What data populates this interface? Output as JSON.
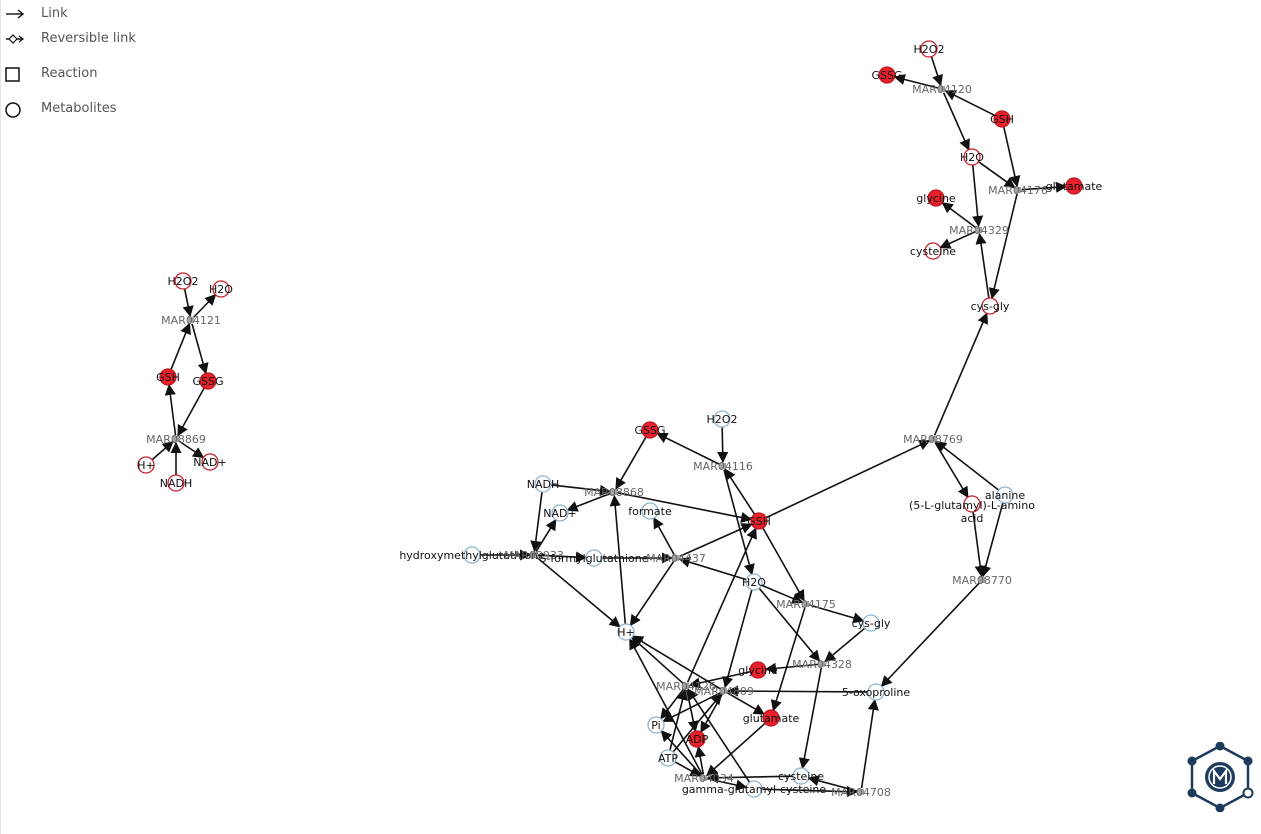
{
  "legend": {
    "link": "Link",
    "reversible_link": "Reversible link",
    "reaction": "Reaction",
    "metabolites": "Metabolites"
  },
  "colors": {
    "edge": "#111111",
    "metabolite_filled": "#e8202a",
    "metabolite_current_stroke": "#c8202a",
    "metabolite_other_stroke": "#8fb4cc",
    "reaction_label": "#666666",
    "logo": "#1d3b5c"
  },
  "icons": {
    "logo": "metabolic-atlas-logo-icon"
  },
  "nodes": [
    {
      "id": "n_h2o2_a",
      "label": "H2O2",
      "type": "metabolite",
      "style": "hollow-red"
    },
    {
      "id": "n_gssg_a",
      "label": "GSSG",
      "type": "metabolite",
      "style": "filled-red"
    },
    {
      "id": "r_4120",
      "label": "MAR04120",
      "type": "reaction"
    },
    {
      "id": "n_gsh_a",
      "label": "GSH",
      "type": "metabolite",
      "style": "filled-red"
    },
    {
      "id": "n_h2o_a",
      "label": "H2O",
      "type": "metabolite",
      "style": "hollow-red"
    },
    {
      "id": "r_4176",
      "label": "MAR04176",
      "type": "reaction"
    },
    {
      "id": "n_glutamate_a",
      "label": "glutamate",
      "type": "metabolite",
      "style": "filled-red"
    },
    {
      "id": "n_glycine_a",
      "label": "glycine",
      "type": "metabolite",
      "style": "filled-red"
    },
    {
      "id": "r_4329",
      "label": "MAR04329",
      "type": "reaction"
    },
    {
      "id": "n_cysteine_a",
      "label": "cysteine",
      "type": "metabolite",
      "style": "hollow-red"
    },
    {
      "id": "n_cysgly_a",
      "label": "cys-gly",
      "type": "metabolite",
      "style": "hollow-red"
    },
    {
      "id": "r_8769",
      "label": "MAR08769",
      "type": "reaction"
    },
    {
      "id": "n_glutamylaa",
      "label": "(5-L-glutamyl)-L-amino acid",
      "type": "metabolite",
      "style": "hollow-red"
    },
    {
      "id": "n_alanine",
      "label": "alanine",
      "type": "metabolite",
      "style": "hollow-blue"
    },
    {
      "id": "r_8770",
      "label": "MAR08770",
      "type": "reaction"
    },
    {
      "id": "n_h2o2_b",
      "label": "H2O2",
      "type": "metabolite",
      "style": "hollow-red"
    },
    {
      "id": "n_h2o_b",
      "label": "H2O",
      "type": "metabolite",
      "style": "hollow-red"
    },
    {
      "id": "r_4121",
      "label": "MAR04121",
      "type": "reaction"
    },
    {
      "id": "n_gsh_b",
      "label": "GSH",
      "type": "metabolite",
      "style": "filled-red"
    },
    {
      "id": "n_gssg_b",
      "label": "GSSG",
      "type": "metabolite",
      "style": "filled-red"
    },
    {
      "id": "r_8869",
      "label": "MAR08869",
      "type": "reaction"
    },
    {
      "id": "n_hplus_b",
      "label": "H+",
      "type": "metabolite",
      "style": "hollow-red"
    },
    {
      "id": "n_nadplus_b",
      "label": "NAD+",
      "type": "metabolite",
      "style": "hollow-red"
    },
    {
      "id": "n_nadh_b",
      "label": "NADH",
      "type": "metabolite",
      "style": "hollow-red"
    },
    {
      "id": "n_gssg_c",
      "label": "GSSG",
      "type": "metabolite",
      "style": "filled-red"
    },
    {
      "id": "n_h2o2_c",
      "label": "H2O2",
      "type": "metabolite",
      "style": "hollow-blue"
    },
    {
      "id": "r_4116",
      "label": "MAR04116",
      "type": "reaction"
    },
    {
      "id": "n_nadh_c",
      "label": "NADH",
      "type": "metabolite",
      "style": "hollow-blue"
    },
    {
      "id": "r_8868",
      "label": "MAR08868",
      "type": "reaction"
    },
    {
      "id": "n_nadplus_c",
      "label": "NAD+",
      "type": "metabolite",
      "style": "hollow-blue"
    },
    {
      "id": "n_formate",
      "label": "formate",
      "type": "metabolite",
      "style": "hollow-blue"
    },
    {
      "id": "n_gsh_c",
      "label": "GSH",
      "type": "metabolite",
      "style": "filled-red"
    },
    {
      "id": "n_hmgsh",
      "label": "hydroxymethylglutathione",
      "type": "metabolite",
      "style": "hollow-blue"
    },
    {
      "id": "r_8933",
      "label": "MAR08933",
      "type": "reaction"
    },
    {
      "id": "n_fgsh",
      "label": "S-formylglutathione",
      "type": "metabolite",
      "style": "hollow-blue"
    },
    {
      "id": "r_4437",
      "label": "MAR04437",
      "type": "reaction"
    },
    {
      "id": "n_h2o_c",
      "label": "H2O",
      "type": "metabolite",
      "style": "hollow-blue"
    },
    {
      "id": "r_4175",
      "label": "MAR04175",
      "type": "reaction"
    },
    {
      "id": "n_cysgly_c",
      "label": "cys-gly",
      "type": "metabolite",
      "style": "hollow-blue"
    },
    {
      "id": "n_hplus_c",
      "label": "H+",
      "type": "metabolite",
      "style": "hollow-blue"
    },
    {
      "id": "r_4328",
      "label": "MAR04328",
      "type": "reaction"
    },
    {
      "id": "n_glycine_c",
      "label": "glycine",
      "type": "metabolite",
      "style": "filled-red"
    },
    {
      "id": "r_4126",
      "label": "MAR04126",
      "type": "reaction"
    },
    {
      "id": "r_4809",
      "label": "MAR04809",
      "type": "reaction"
    },
    {
      "id": "n_oxoproline",
      "label": "5-oxoproline",
      "type": "metabolite",
      "style": "hollow-blue"
    },
    {
      "id": "n_pi",
      "label": "Pi",
      "type": "metabolite",
      "style": "hollow-blue"
    },
    {
      "id": "n_glutamate_c",
      "label": "glutamate",
      "type": "metabolite",
      "style": "filled-red"
    },
    {
      "id": "n_adp",
      "label": "ADP",
      "type": "metabolite",
      "style": "filled-red"
    },
    {
      "id": "n_atp",
      "label": "ATP",
      "type": "metabolite",
      "style": "hollow-blue"
    },
    {
      "id": "r_4034",
      "label": "MAR04034",
      "type": "reaction"
    },
    {
      "id": "n_cysteine_c",
      "label": "cysteine",
      "type": "metabolite",
      "style": "hollow-blue"
    },
    {
      "id": "n_ggcys",
      "label": "gamma-glutamyl-cysteine",
      "type": "metabolite",
      "style": "hollow-blue"
    },
    {
      "id": "r_4708",
      "label": "MAR04708",
      "type": "reaction"
    }
  ],
  "edges": [
    [
      "n_h2o2_a",
      "r_4120"
    ],
    [
      "r_4120",
      "n_gssg_a"
    ],
    [
      "n_gsh_a",
      "r_4120"
    ],
    [
      "r_4120",
      "n_h2o_a"
    ],
    [
      "n_h2o_a",
      "r_4176"
    ],
    [
      "n_gsh_a",
      "r_4176"
    ],
    [
      "r_4176",
      "n_glutamate_a"
    ],
    [
      "r_4176",
      "n_cysgly_a"
    ],
    [
      "n_h2o_a",
      "r_4329"
    ],
    [
      "r_4329",
      "n_glycine_a"
    ],
    [
      "r_4329",
      "n_cysteine_a"
    ],
    [
      "n_cysgly_a",
      "r_4329"
    ],
    [
      "r_8769",
      "n_cysgly_a"
    ],
    [
      "r_8769",
      "n_glutamylaa"
    ],
    [
      "n_alanine",
      "r_8769"
    ],
    [
      "n_glutamylaa",
      "r_8770"
    ],
    [
      "n_alanine",
      "r_8770"
    ],
    [
      "r_8770",
      "n_oxoproline"
    ],
    [
      "n_gsh_c",
      "r_8769"
    ],
    [
      "n_h2o2_b",
      "r_4121"
    ],
    [
      "r_4121",
      "n_h2o_b"
    ],
    [
      "n_gsh_b",
      "r_4121"
    ],
    [
      "r_4121",
      "n_gssg_b"
    ],
    [
      "n_gssg_b",
      "r_8869"
    ],
    [
      "r_8869",
      "n_gsh_b"
    ],
    [
      "n_hplus_b",
      "r_8869"
    ],
    [
      "n_nadh_b",
      "r_8869"
    ],
    [
      "r_8869",
      "n_nadplus_b"
    ],
    [
      "r_4116",
      "n_gssg_c"
    ],
    [
      "n_h2o2_c",
      "r_4116"
    ],
    [
      "r_4116",
      "n_h2o_c"
    ],
    [
      "n_gsh_c",
      "r_4116"
    ],
    [
      "n_gssg_c",
      "r_8868"
    ],
    [
      "n_nadh_c",
      "r_8868"
    ],
    [
      "r_8868",
      "n_nadplus_c"
    ],
    [
      "r_8868",
      "n_gsh_c"
    ],
    [
      "n_hplus_c",
      "r_8868"
    ],
    [
      "n_nadh_c",
      "r_8933"
    ],
    [
      "r_8933",
      "n_nadplus_c"
    ],
    [
      "n_hmgsh",
      "r_8933"
    ],
    [
      "r_8933",
      "n_fgsh"
    ],
    [
      "r_8933",
      "n_hplus_c"
    ],
    [
      "n_fgsh",
      "r_4437"
    ],
    [
      "r_4437",
      "n_formate"
    ],
    [
      "r_4437",
      "n_hplus_c"
    ],
    [
      "n_h2o_c",
      "r_4437"
    ],
    [
      "r_4437",
      "n_gsh_c"
    ],
    [
      "n_gsh_c",
      "r_4175"
    ],
    [
      "n_h2o_c",
      "r_4175"
    ],
    [
      "r_4175",
      "n_cysgly_c"
    ],
    [
      "r_4175",
      "n_glutamate_c"
    ],
    [
      "n_cysgly_c",
      "r_4328"
    ],
    [
      "n_h2o_c",
      "r_4328"
    ],
    [
      "r_4328",
      "n_glycine_c"
    ],
    [
      "r_4328",
      "n_cysteine_c"
    ],
    [
      "n_atp",
      "r_4126"
    ],
    [
      "r_4126",
      "n_adp"
    ],
    [
      "r_4126",
      "n_pi"
    ],
    [
      "r_4126",
      "n_gsh_c"
    ],
    [
      "n_glycine_c",
      "r_4126"
    ],
    [
      "n_ggcys",
      "r_4126"
    ],
    [
      "r_4126",
      "n_hplus_c"
    ],
    [
      "n_oxoproline",
      "r_4809"
    ],
    [
      "n_atp",
      "r_4809"
    ],
    [
      "r_4809",
      "n_adp"
    ],
    [
      "r_4809",
      "n_pi"
    ],
    [
      "r_4809",
      "n_glutamate_c"
    ],
    [
      "n_h2o_c",
      "r_4809"
    ],
    [
      "r_4809",
      "n_hplus_c"
    ],
    [
      "n_glutamate_c",
      "r_4034"
    ],
    [
      "n_cysteine_c",
      "r_4034"
    ],
    [
      "n_atp",
      "r_4034"
    ],
    [
      "r_4034",
      "n_adp"
    ],
    [
      "r_4034",
      "n_pi"
    ],
    [
      "r_4034",
      "n_ggcys"
    ],
    [
      "r_4034",
      "n_hplus_c"
    ],
    [
      "n_ggcys",
      "r_4708"
    ],
    [
      "r_4708",
      "n_oxoproline"
    ],
    [
      "r_4708",
      "n_cysteine_c"
    ]
  ]
}
